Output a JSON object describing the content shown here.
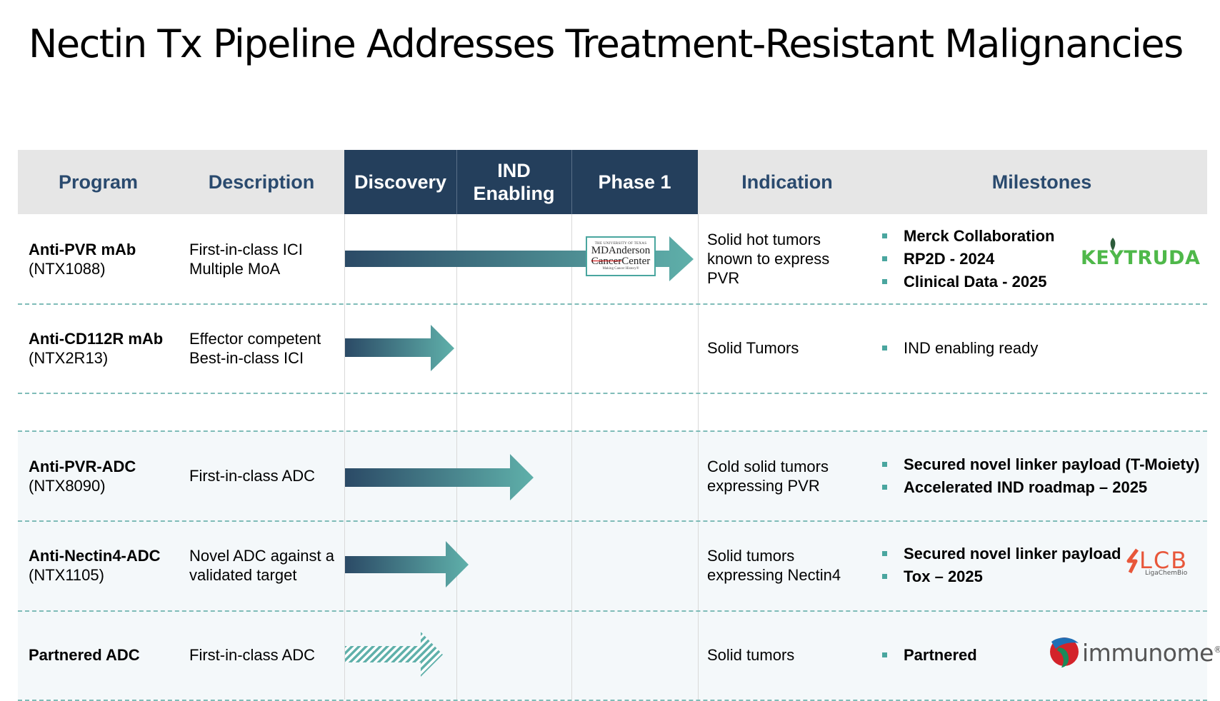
{
  "title": "Nectin Tx Pipeline Addresses Treatment-Resistant Malignancies",
  "headers": {
    "program": "Program",
    "description": "Description",
    "discovery": "Discovery",
    "ind_enabling": "IND Enabling",
    "phase1": "Phase 1",
    "indication": "Indication",
    "milestones": "Milestones"
  },
  "colors": {
    "header_dark": "#243f5c",
    "header_light_bg": "#e6e6e6",
    "header_light_text": "#2a4a6e",
    "arrow_start": "#2b4a66",
    "arrow_end": "#5fb0aa",
    "bullet": "#4aa69f",
    "divider": "#7fbcb8"
  },
  "rows": [
    {
      "program": "Anti-PVR mAb",
      "code": "(NTX1088)",
      "description": [
        "First-in-class ICI",
        "Multiple MoA"
      ],
      "stage": "phase1",
      "indication": [
        "Solid hot tumors",
        "known to express",
        "PVR"
      ],
      "milestones": [
        {
          "text": "Merck Collaboration",
          "bold": true
        },
        {
          "text": "RP2D - 2024",
          "bold": true
        },
        {
          "text": "Clinical Data - 2025",
          "bold": true
        }
      ]
    },
    {
      "program": "Anti-CD112R mAb",
      "code": "(NTX2R13)",
      "description": [
        "Effector competent",
        "Best-in-class ICI"
      ],
      "stage": "discovery",
      "indication": [
        "Solid Tumors"
      ],
      "milestones": [
        {
          "text": "IND enabling ready",
          "bold": false
        }
      ]
    },
    {
      "program": "Anti-PVR-ADC",
      "code": "(NTX8090)",
      "description": [
        "First-in-class ADC"
      ],
      "stage": "ind_enabling",
      "indication": [
        "Cold solid tumors",
        "expressing PVR"
      ],
      "milestones": [
        {
          "text": "Secured novel linker payload (T-Moiety)",
          "bold": true
        },
        {
          "text": "Accelerated IND roadmap – 2025",
          "bold": true
        }
      ]
    },
    {
      "program": "Anti-Nectin4-ADC",
      "code": "(NTX1105)",
      "description": [
        "Novel ADC against a",
        "validated target"
      ],
      "stage": "discovery",
      "indication": [
        "Solid tumors",
        "expressing Nectin4"
      ],
      "milestones": [
        {
          "text": "Secured novel linker payload",
          "bold": true
        },
        {
          "text": "Tox – 2025",
          "bold": true
        }
      ]
    },
    {
      "program": "Partnered ADC",
      "code": "",
      "description": [
        "First-in-class ADC"
      ],
      "stage": "discovery",
      "indication": [
        "Solid tumors"
      ],
      "milestones": [
        {
          "text": "Partnered",
          "bold": true
        }
      ]
    }
  ],
  "logos": {
    "md_anderson": {
      "top": "THE UNIVERSITY OF TEXAS",
      "line1": "MDAnderson",
      "line2_a": "Cancer",
      "line2_b": "Center",
      "tagline": "Making Cancer History®",
      "icon": "md-anderson-logo"
    },
    "keytruda": {
      "text": "KEYTRUDA",
      "color": "#4fb84a",
      "icon": "keytruda-logo"
    },
    "lcb": {
      "text": "LCB",
      "sub": "LigaChemBio",
      "color": "#e8573a",
      "icon": "lcb-logo"
    },
    "immunome": {
      "text": "immunome",
      "mark": "®",
      "icon": "immunome-logo"
    }
  }
}
